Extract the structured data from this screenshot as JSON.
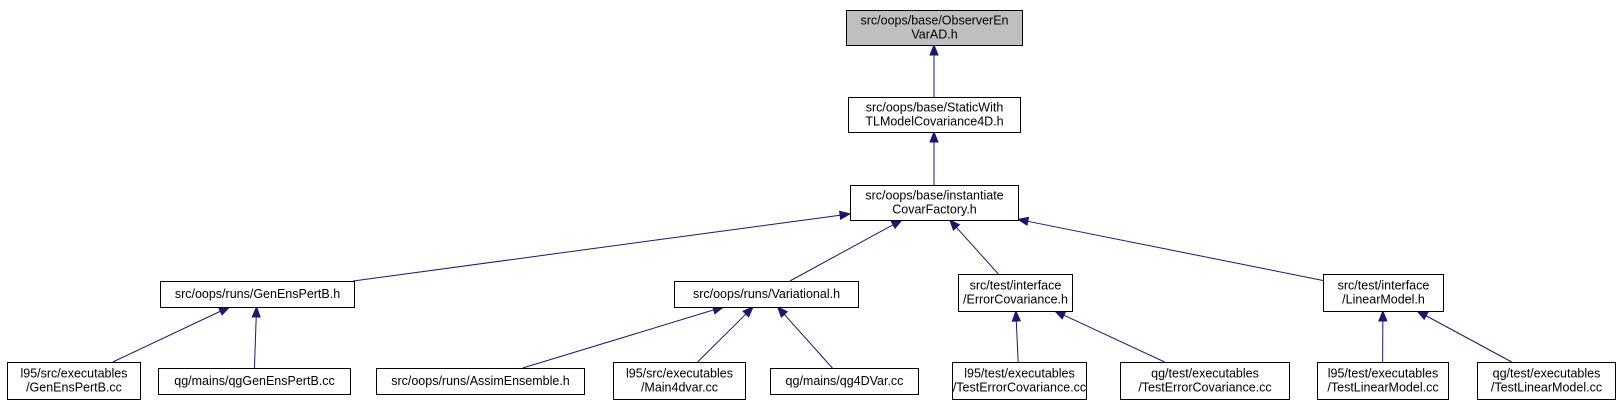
{
  "graph": {
    "edge_color": "#191970",
    "root_fill": "#bfbfbf",
    "nodes": [
      {
        "id": "observer",
        "lines": [
          "src/oops/base/ObserverEn",
          "VarAD.h"
        ],
        "root": true
      },
      {
        "id": "static4d",
        "lines": [
          "src/oops/base/StaticWith",
          "TLModelCovariance4D.h"
        ]
      },
      {
        "id": "covarfactory",
        "lines": [
          "src/oops/base/instantiate",
          "CovarFactory.h"
        ]
      },
      {
        "id": "genenspertb",
        "lines": [
          "src/oops/runs/GenEnsPertB.h"
        ]
      },
      {
        "id": "variational",
        "lines": [
          "src/oops/runs/Variational.h"
        ]
      },
      {
        "id": "errcov",
        "lines": [
          "src/test/interface",
          "/ErrorCovariance.h"
        ]
      },
      {
        "id": "linmodel",
        "lines": [
          "src/test/interface",
          "/LinearModel.h"
        ]
      },
      {
        "id": "l95_genens",
        "lines": [
          "l95/src/executables",
          "/GenEnsPertB.cc"
        ]
      },
      {
        "id": "qg_genens",
        "lines": [
          "qg/mains/qgGenEnsPertB.cc"
        ]
      },
      {
        "id": "assim",
        "lines": [
          "src/oops/runs/AssimEnsemble.h"
        ]
      },
      {
        "id": "l95_main4dvar",
        "lines": [
          "l95/src/executables",
          "/Main4dvar.cc"
        ]
      },
      {
        "id": "qg_4dvar",
        "lines": [
          "qg/mains/qg4DVar.cc"
        ]
      },
      {
        "id": "l95_testerr",
        "lines": [
          "l95/test/executables",
          "/TestErrorCovariance.cc"
        ]
      },
      {
        "id": "qg_testerr",
        "lines": [
          "qg/test/executables",
          "/TestErrorCovariance.cc"
        ]
      },
      {
        "id": "l95_testlin",
        "lines": [
          "l95/test/executables",
          "/TestLinearModel.cc"
        ]
      },
      {
        "id": "qg_testlin",
        "lines": [
          "qg/test/executables",
          "/TestLinearModel.cc"
        ]
      }
    ],
    "edges": [
      {
        "from": "static4d",
        "to": "observer"
      },
      {
        "from": "covarfactory",
        "to": "static4d"
      },
      {
        "from": "genenspertb",
        "to": "covarfactory"
      },
      {
        "from": "variational",
        "to": "covarfactory"
      },
      {
        "from": "errcov",
        "to": "covarfactory"
      },
      {
        "from": "linmodel",
        "to": "covarfactory"
      },
      {
        "from": "l95_genens",
        "to": "genenspertb"
      },
      {
        "from": "qg_genens",
        "to": "genenspertb"
      },
      {
        "from": "assim",
        "to": "variational"
      },
      {
        "from": "l95_main4dvar",
        "to": "variational"
      },
      {
        "from": "qg_4dvar",
        "to": "variational"
      },
      {
        "from": "l95_testerr",
        "to": "errcov"
      },
      {
        "from": "qg_testerr",
        "to": "errcov"
      },
      {
        "from": "l95_testlin",
        "to": "linmodel"
      },
      {
        "from": "qg_testlin",
        "to": "linmodel"
      }
    ]
  }
}
